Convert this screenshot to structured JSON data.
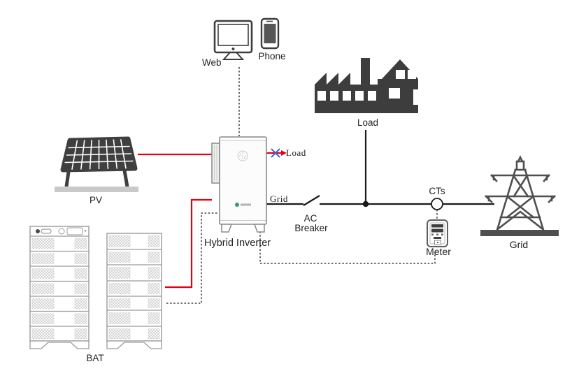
{
  "colors": {
    "red_line": "#e60012",
    "blue_cross": "#4166c8",
    "line": "#1a1a1a",
    "icon_dark": "#3d3d3d",
    "tower_gray": "#4f4f4f",
    "border_gray": "#9a9a9a",
    "hatch": "#c6c6c6",
    "logo_green": "#2e9e6b",
    "text": "#222222"
  },
  "nodes": {
    "web": {
      "label": "Web",
      "icon": "desktop-monitor-icon"
    },
    "phone": {
      "label": "Phone",
      "icon": "smartphone-icon"
    },
    "load_factory": {
      "label": "Load",
      "icon": "factory-icon"
    },
    "pv": {
      "label": "PV",
      "icon": "solar-panel-icon"
    },
    "battery": {
      "label": "BAT",
      "icon": "battery-stack-icon",
      "stacks": 2,
      "modules_per_stack": 7
    },
    "inverter": {
      "label": "Hybrid Inverter",
      "icon": "hybrid-inverter-icon"
    },
    "backup_load_port": {
      "label": "Load",
      "status": "crossed-out"
    },
    "grid_port": {
      "label": "Grid"
    },
    "ac_breaker": {
      "label": [
        "AC",
        "Breaker"
      ],
      "icon": "breaker-switch-icon"
    },
    "cts": {
      "label": "CTs",
      "icon": "ct-clamp-icon"
    },
    "meter": {
      "label": "Meter",
      "icon": "energy-meter-icon"
    },
    "grid": {
      "label": "Grid",
      "icon": "transmission-tower-icon"
    }
  },
  "connections": [
    {
      "from": "web",
      "to": "inverter",
      "style": "dotted",
      "meaning": "communication"
    },
    {
      "from": "pv",
      "to": "inverter",
      "style": "solid",
      "color": "red_line",
      "meaning": "DC power"
    },
    {
      "from": "battery",
      "to": "inverter",
      "style": "solid",
      "color": "red_line",
      "meaning": "battery power"
    },
    {
      "from": "battery",
      "to": "inverter",
      "style": "dotted",
      "meaning": "communication"
    },
    {
      "from": "inverter",
      "to": "backup_load_port",
      "style": "solid-arrow",
      "color": "red_line",
      "note": "crossed out with blue X (unused)"
    },
    {
      "from": "inverter",
      "to": "grid",
      "style": "solid",
      "color": "line",
      "via": [
        "ac_breaker",
        "cts"
      ]
    },
    {
      "from": "load_factory",
      "to": "grid_line",
      "style": "solid",
      "color": "line",
      "junction": "dot"
    },
    {
      "from": "cts",
      "to": "meter",
      "style": "dotted",
      "meaning": "CT clamp leads"
    },
    {
      "from": "inverter",
      "to": "meter",
      "style": "dotted",
      "meaning": "RS485 communication"
    }
  ]
}
